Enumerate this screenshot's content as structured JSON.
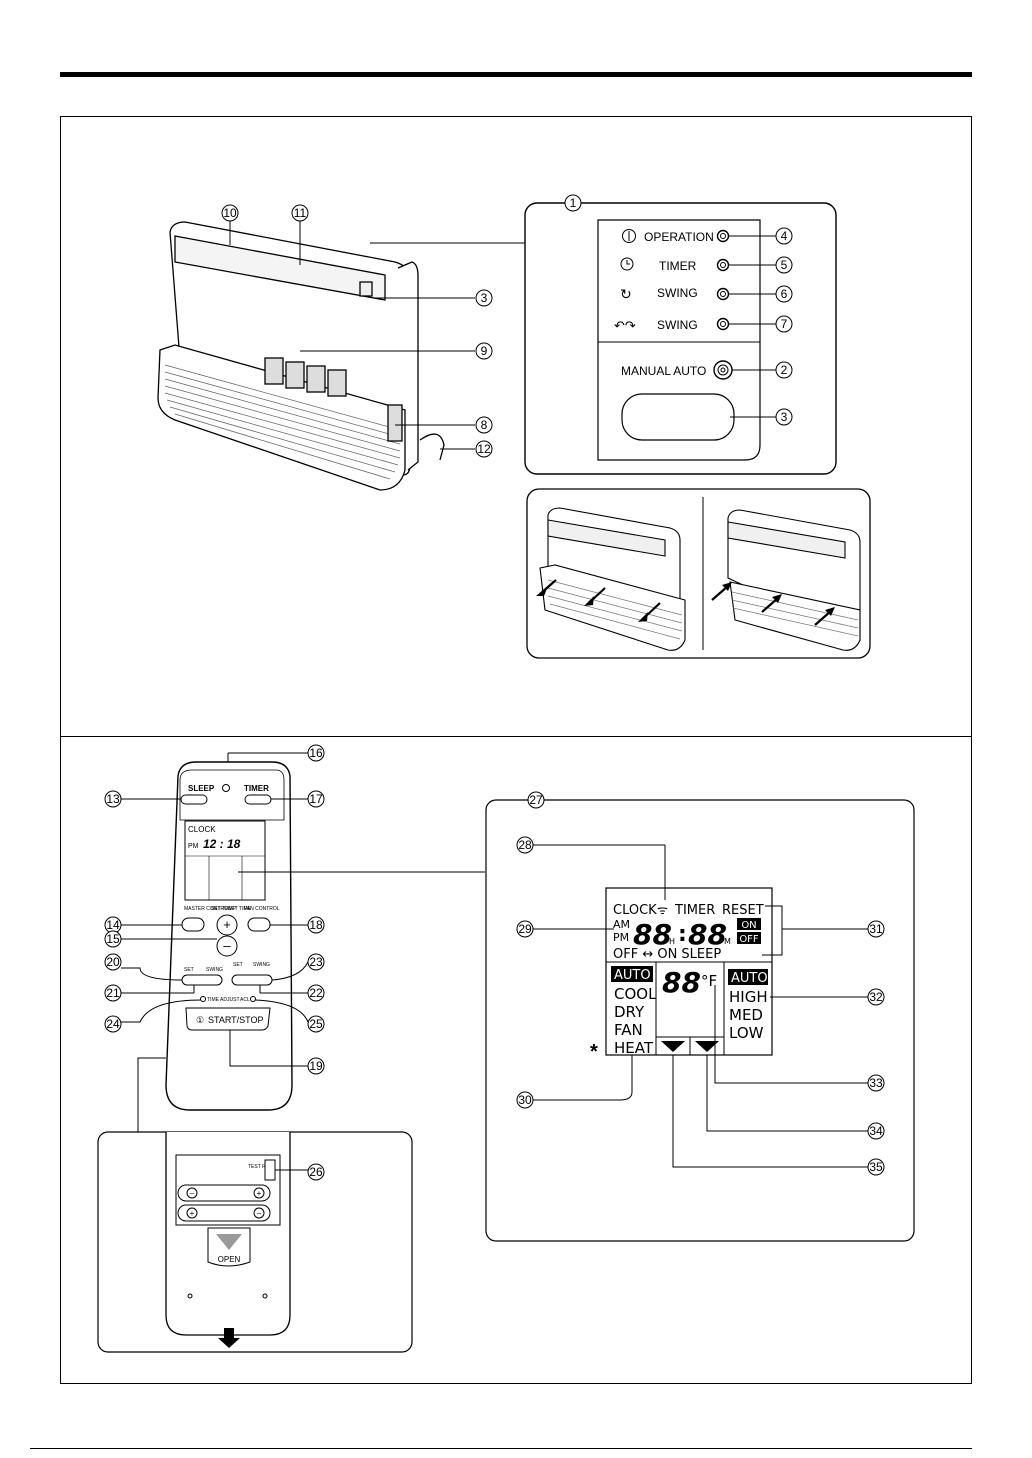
{
  "panel": {
    "operation": "OPERATION",
    "timer": "TIMER",
    "swing1": "SWING",
    "swing2": "SWING",
    "manual_auto": "MANUAL AUTO"
  },
  "remote": {
    "sleep": "SLEEP",
    "timer": "TIMER",
    "clock_label": "CLOCK",
    "clock_ampm": "PM",
    "clock_time": "12 : 18",
    "master_control": "MASTER CONTROL",
    "set_temp": "SET TEMP",
    "set_time": "SET TIME",
    "fan_control": "FAN CONTROL",
    "set_left": "SET",
    "swing_left": "SWING",
    "set_right": "SET",
    "swing_right": "SWING",
    "time_adjust": "TIME ADJUST",
    "acl": "ACL",
    "start_stop": "START/STOP",
    "test_run": "TEST RUN",
    "open": "OPEN"
  },
  "lcd": {
    "clock": "CLOCK",
    "timer": "TIMER",
    "reset": "RESET",
    "am": "AM",
    "pm": "PM",
    "digits_h": "88",
    "h": "H",
    "digits_m": "88",
    "m": "M",
    "on": "ON",
    "off": "OFF",
    "off_on_sleep": "OFF ↔ ON SLEEP",
    "modes": [
      "AUTO",
      "COOL",
      "DRY",
      "FAN",
      "HEAT"
    ],
    "temp_digits": "88",
    "temp_unit": "°F",
    "fans": [
      "AUTO",
      "HIGH",
      "MED",
      "LOW"
    ],
    "asterisk": "*"
  },
  "callouts": [
    "1",
    "2",
    "3",
    "3",
    "4",
    "5",
    "6",
    "7",
    "8",
    "9",
    "10",
    "11",
    "12",
    "13",
    "14",
    "15",
    "16",
    "17",
    "18",
    "19",
    "20",
    "21",
    "22",
    "23",
    "24",
    "25",
    "26",
    "27",
    "28",
    "29",
    "30",
    "31",
    "32",
    "33",
    "34",
    "35"
  ]
}
